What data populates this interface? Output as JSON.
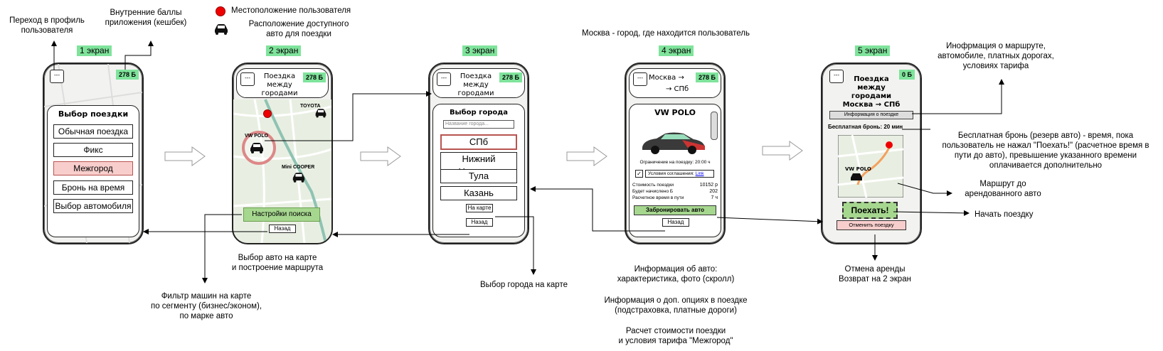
{
  "notes": {
    "profile": "Переход в профиль\nпользователя",
    "cashback": "Внутренние баллы\nприложения (кешбек)",
    "legend_location": "Местоположение пользователя",
    "legend_car": "Расположение доступного\nавто для поездки",
    "city_info": "Москва - город, где находится пользователь",
    "route_info": "Инофрмация о маршруте,\nавтомобиле, платных дорогах,\nусловиях тарифа",
    "free_booking": "Бесплатная бронь (резерв авто) - время, пока\nпользователь не нажал \"Поехать!\" (расчетное время в\nпути до авто), превышение указанного времени\nоплачивается дополнительно",
    "route_to_car": "Маршрут до\nарендованного авто",
    "start_trip": "Начать поездку",
    "cancel_info": "Отмена аренды\nВозврат на 2 экран",
    "car_choice": "Выбор авто на карте\nи построение маршрута",
    "filter": "Фильтр машин на карте\nпо сегменту (бизнес/эконом),\nпо марке авто",
    "city_on_map": "Выбор города на карте",
    "car_info": "Информация об авто:\nхарактеристика, фото (скролл)",
    "options_info": "Информация о доп. опциях в поездке\n(подстраховка, платные дороги)",
    "cost_info": "Расчет стоимости поездки\nи условия тарифа \"Межгород\""
  },
  "screens": {
    "s1": {
      "label": "1 экран",
      "menu": "---",
      "points": "278 Б",
      "panel_title": "Выбор поездки",
      "options": [
        "Обычная поездка",
        "Фикс",
        "Межгород",
        "Бронь на время",
        "Выбор автомобиля"
      ]
    },
    "s2": {
      "label": "2 экран",
      "menu": "---",
      "points": "278 Б",
      "title": "Поездка\nмежду городами",
      "car1": "VW POLO",
      "car2": "TOYOTA",
      "car3": "Mini COOPER",
      "search_btn": "Настройки поиска",
      "back": "Назад"
    },
    "s3": {
      "label": "3 экран",
      "menu": "---",
      "points": "278 Б",
      "title": "Поездка\nмежду городами",
      "panel_title": "Выбор города",
      "search_placeholder": "Название города...",
      "cities": [
        "СПб",
        "Нижний Новгород",
        "Тула",
        "Казань"
      ],
      "on_map": "На карте",
      "back": "Назад"
    },
    "s4": {
      "label": "4 экран",
      "menu": "---",
      "points": "278 Б",
      "from": "Москва →",
      "to": "→  СПб",
      "car_title": "VW POLO",
      "limit": "Ограничение на поездку: 20:00 ч",
      "terms": "Условия соглашения:",
      "terms_link": "Link",
      "cost_label": "Стоимость поездки",
      "cost_value": "10152 р",
      "bonus_label": "Будет начислено Б",
      "bonus_value": "202",
      "time_label": "Расчетное время в пути",
      "time_value": "7 ч",
      "book_btn": "Забронировать авто",
      "back": "Назад"
    },
    "s5": {
      "label": "5 экран",
      "menu": "---",
      "points": "0 Б",
      "title": "Поездка\nмежду городами\nМосква → СПб",
      "info_btn": "Информация о поездке",
      "free_booking": "Бесплатная бронь: 20 мин",
      "car": "VW POLO",
      "go_btn": "Поехать!",
      "cancel_btn": "Отменить поездку"
    }
  }
}
